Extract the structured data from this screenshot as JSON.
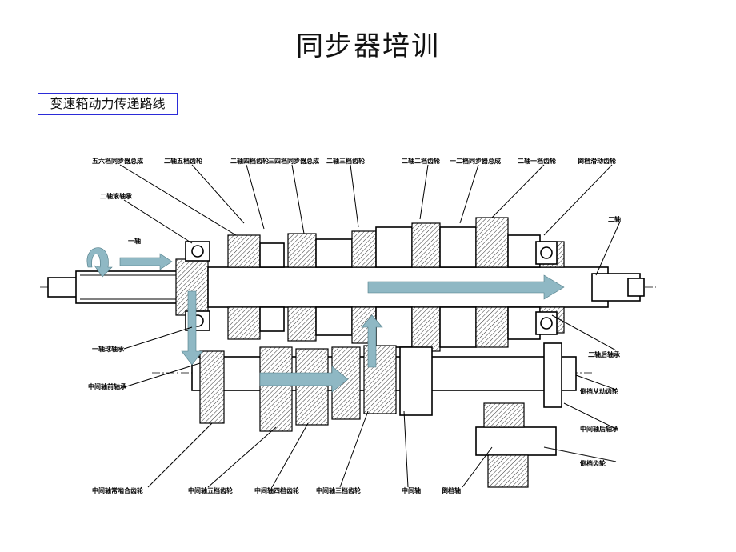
{
  "title": "同步器培训",
  "subtitle": "变速箱动力传递路线",
  "labels": {
    "top": [
      "五六档同步器总成",
      "二轴五档齿轮",
      "二轴四档齿轮",
      "三四档同步器总成",
      "二轴三档齿轮",
      "二轴二档齿轮",
      "一二档同步器总成",
      "二轴一档齿轮",
      "倒档滑动齿轮"
    ],
    "left": [
      "二轴滚轴承",
      "一轴",
      "一轴球轴承",
      "中间轴前轴承"
    ],
    "right": [
      "二轴",
      "二轴后轴承",
      "倒挡从动齿轮",
      "中间轴后轴承",
      "倒档齿轮"
    ],
    "bottom": [
      "中间轴常啮合齿轮",
      "中间轴五档齿轮",
      "中间轴四档齿轮",
      "中间轴三档齿轮",
      "中间轴",
      "倒档轴"
    ]
  },
  "colors": {
    "flow_arrow": "#8fb8c4",
    "subtitle_border": "#2b2bd8"
  }
}
